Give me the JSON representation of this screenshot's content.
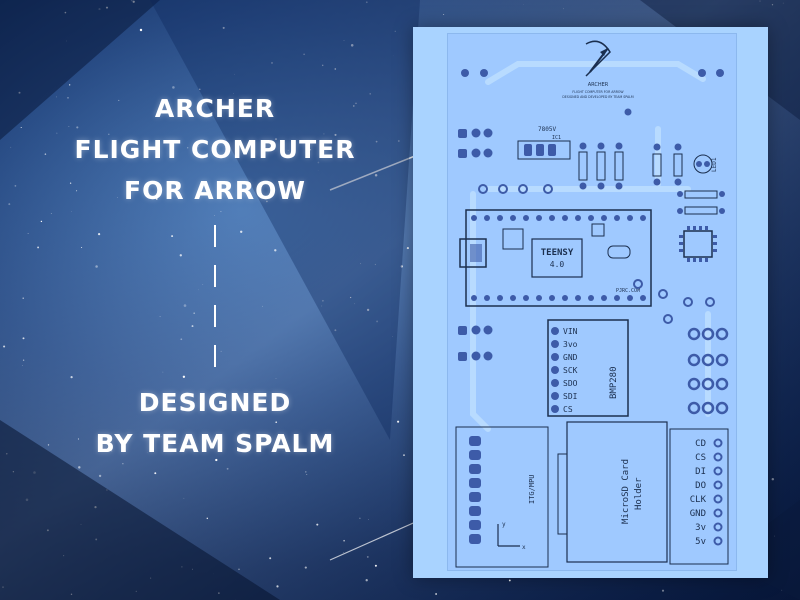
{
  "hero": {
    "title_lines": [
      "ARCHER",
      "FLIGHT COMPUTER",
      "FOR ARROW"
    ],
    "designed_lines": [
      "DESIGNED",
      "BY TEAM SPALM"
    ]
  },
  "pcb": {
    "logo_name": "ARCHER",
    "logo_sub1": "FLIGHT COMPUTER FOR ARROW",
    "logo_sub2": "DESIGNED AND DEVELOPED BY TEAM SPALM",
    "regulator_label": "7805V",
    "ic_label": "IC1",
    "led_label": "LED1",
    "teensy_line1": "TEENSY",
    "teensy_line2": "4.0",
    "pjrc_label": "PJRC.COM",
    "bmp_label": "BMP280",
    "bmp_pins": [
      "VIN",
      "3vo",
      "GND",
      "SCK",
      "SDO",
      "SDI",
      "CS"
    ],
    "imu_label": "ITG/MPU",
    "sd_label1": "MicroSD Card",
    "sd_label2": "Holder",
    "sd_pins": [
      "CD",
      "CS",
      "DI",
      "DO",
      "CLK",
      "GND",
      "3v",
      "5v"
    ],
    "axis_x": "x",
    "axis_y": "y"
  },
  "colors": {
    "board": "#9fc9ff",
    "card": "#a9d3ff",
    "pad": "#3d5ba8",
    "silk": "#1b2f4f",
    "background": "#1d3f78"
  }
}
